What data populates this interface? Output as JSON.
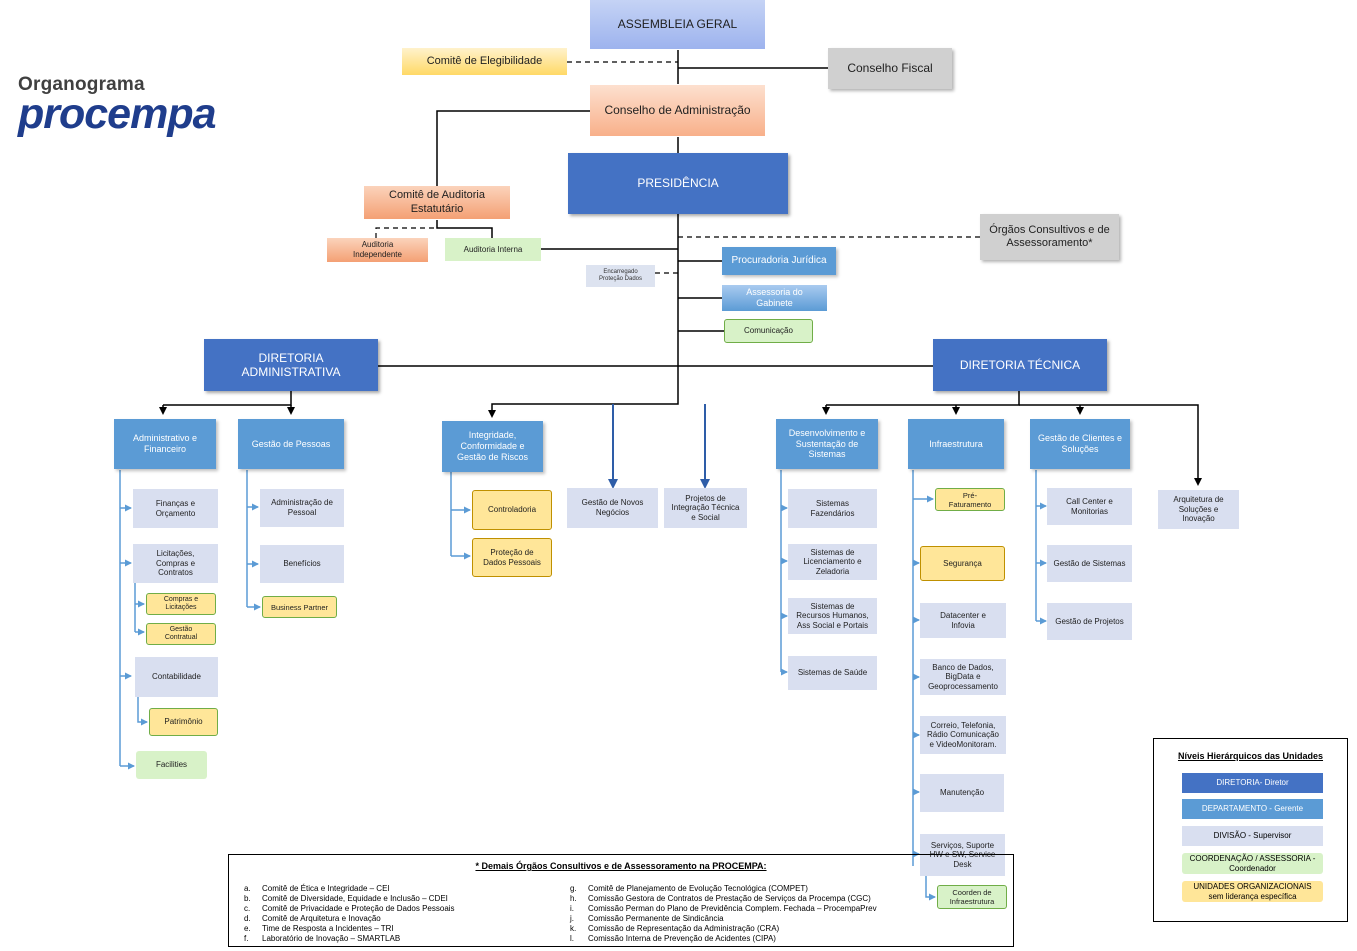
{
  "logo": {
    "line1": "Organograma",
    "line2": "procempa"
  },
  "boxes": {
    "assembleia": "ASSEMBLEIA GERAL",
    "comite_eleg": "Comitê de Elegibilidade",
    "conselho_fiscal": "Conselho Fiscal",
    "conselho_adm": "Conselho de Administração",
    "presidencia": "PRESIDÊNCIA",
    "comite_auditoria": "Comitê de Auditoria\nEstatutário",
    "auditoria_indep": "Auditoria\nIndependente",
    "auditoria_interna": "Auditoria Interna",
    "orgaos": "Órgãos Consultivos e de\nAssessoramento*",
    "procuradoria": "Procuradoria Jurídica",
    "encarregado": "Encarregado\nProteção Dados",
    "assessoria": "Assessoria do\nGabinete",
    "comunicacao": "Comunicação",
    "dir_adm": "DIRETORIA\nADMINISTRATIVA",
    "dir_tec": "DIRETORIA TÉCNICA",
    "adm_fin": "Administrativo e\nFinanceiro",
    "gestao_pessoas": "Gestão de Pessoas",
    "integridade": "Integridade,\nConformidade e\nGestão de Riscos",
    "novos_negocios": "Gestão de Novos\nNegócios",
    "projetos_integ": "Projetos de\nIntegração Técnica\ne Social",
    "desenv": "Desenvolvimento e\nSustentação de\nSistemas",
    "infra": "Infraestrutura",
    "gest_clientes": "Gestão de Clientes e\nSoluções",
    "arquitetura": "Arquitetura de\nSoluções e\nInovação",
    "financas": "Finanças e\nOrçamento",
    "licitacoes": "Licitações,\nCompras e\nContratos",
    "compras_lic": "Compras e\nLicitações",
    "gestao_contratual": "Gestão\nContratual",
    "contabilidade": "Contabilidade",
    "patrimonio": "Patrimônio",
    "facilities": "Facilities",
    "adm_pessoal": "Administração de\nPessoal",
    "beneficios": "Benefícios",
    "business_partner": "Business Partner",
    "controladoria": "Controladoria",
    "protecao_dados": "Proteção de\nDados Pessoais",
    "sist_fazendarios": "Sistemas\nFazendários",
    "sist_licenc": "Sistemas de\nLicenciamento e\nZeladoria",
    "sist_rh": "Sistemas de\nRecursos Humanos,\nAss Social e Portais",
    "sist_saude": "Sistemas de Saúde",
    "pre_fat": "Pré-\nFaturamento",
    "seguranca": "Segurança",
    "datacenter": "Datacenter e\nInfovia",
    "banco_dados": "Banco de Dados,\nBigData e\nGeoprocessamento",
    "correio": "Correio, Telefonia,\nRádio Comunicação\ne VideoMonitoram.",
    "manutencao": "Manutenção",
    "servicos": "Serviços, Suporte\nHW e SW, Service\nDesk",
    "coord_infra": "Coorden de\nInfraestrutura",
    "call_center": "Call Center e\nMonitorias",
    "gestao_sistemas": "Gestão de Sistemas",
    "gestao_projetos": "Gestão de Projetos"
  },
  "legend": {
    "title": "Níveis Hierárquicos das Unidades",
    "items": [
      {
        "label": "DIRETORIA- Diretor",
        "color": "#4472c4"
      },
      {
        "label": "DEPARTAMENTO - Gerente",
        "color": "#5b9bd5"
      },
      {
        "label": "DIVISÃO - Supervisor",
        "color": "#d9dff0"
      },
      {
        "label": "COORDENAÇÃO / ASSESSORIA -\nCoordenador",
        "color": "#d8f2c8"
      },
      {
        "label": "UNIDADES ORGANIZACIONAIS\nsem liderança específica",
        "color": "#ffe699"
      }
    ]
  },
  "notes": {
    "title": "* Demais Órgãos Consultivos e de Assessoramento na PROCEMPA:",
    "left": [
      {
        "l": "a.",
        "t": "Comitê de Ética e Integridade – CEI"
      },
      {
        "l": "b.",
        "t": "Comitê de Diversidade, Equidade e Inclusão – CDEI"
      },
      {
        "l": "c.",
        "t": "Comitê de Privacidade e Proteção de Dados Pessoais"
      },
      {
        "l": "d.",
        "t": "Comitê de Arquitetura e Inovação"
      },
      {
        "l": "e.",
        "t": "Time de Resposta a Incidentes – TRI"
      },
      {
        "l": "f.",
        "t": "Laboratório de Inovação – SMARTLAB"
      }
    ],
    "right": [
      {
        "l": "g.",
        "t": "Comitê de Planejamento de Evolução Tecnológica (COMPET)"
      },
      {
        "l": "h.",
        "t": "Comissão Gestora de Contratos de Prestação de Serviços da Procempa (CGC)"
      },
      {
        "l": "i.",
        "t": "Comissão Perman do Plano de Previdência Complem. Fechada – ProcempaPrev"
      },
      {
        "l": "j.",
        "t": "Comissão Permanente de Sindicância"
      },
      {
        "l": "k.",
        "t": "Comissão de Representação da Administração (CRA)"
      },
      {
        "l": "l.",
        "t": "Comissão Interna de Prevenção de Acidentes (CIPA)"
      }
    ]
  }
}
